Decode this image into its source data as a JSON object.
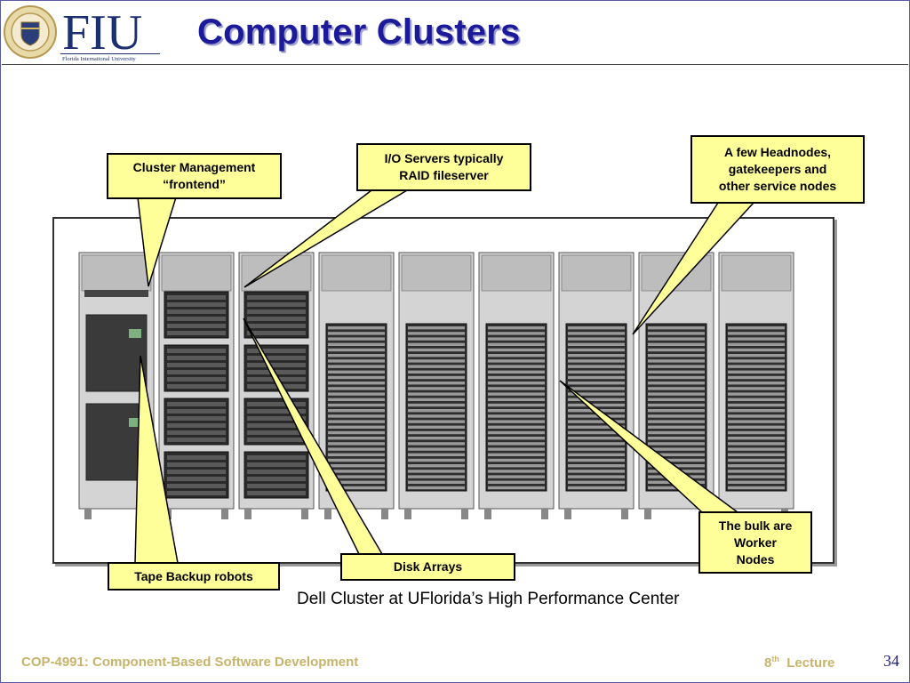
{
  "slide": {
    "title": "Computer Clusters",
    "logo_text": "FIU",
    "logo_subtext": "Florida International University",
    "caption": "Dell Cluster at UFlorida’s High Performance Center",
    "page_number": "34"
  },
  "callouts": {
    "cluster_management": "Cluster Management\n“frontend”",
    "io_servers": "I/O Servers typically\nRAID fileserver",
    "headnodes": "A few Headnodes,\ngatekeepers and\nother service nodes",
    "tape_backup": "Tape Backup robots",
    "disk_arrays": "Disk Arrays",
    "worker_nodes": "The bulk are\nWorker\nNodes"
  },
  "footer": {
    "course": "COP-4991: Component-Based Software Development",
    "lecture_number": "8",
    "lecture_suffix": "th",
    "lecture_word": "Lecture"
  },
  "colors": {
    "title": "#1a1a9a",
    "callout_fill": "#ffff99",
    "footer": "#c7b46a"
  }
}
